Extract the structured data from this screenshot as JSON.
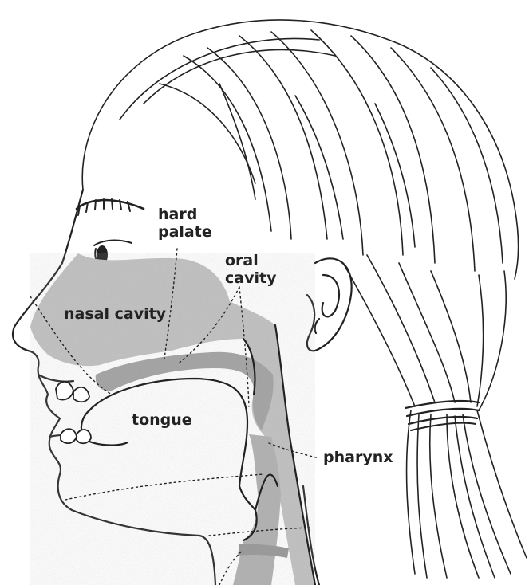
{
  "diagram": {
    "labels": {
      "hard_palate": [
        "hard",
        "palate"
      ],
      "oral_cavity": [
        "oral",
        "cavity"
      ],
      "nasal_cavity": "nasal cavity",
      "tongue": "tongue",
      "pharynx": "pharynx"
    },
    "colors": {
      "ink": "#222222",
      "shade": "#bdbdbd",
      "shade_dark": "#9e9e9e",
      "background": "#ffffff"
    }
  }
}
